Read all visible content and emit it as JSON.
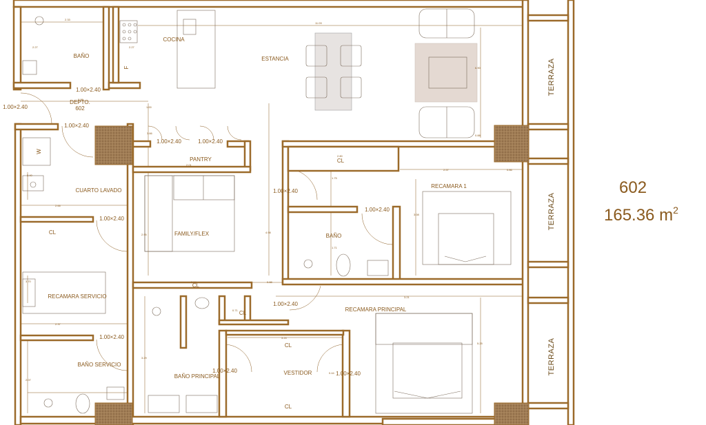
{
  "unit": {
    "number": "602",
    "area": "165.36 m",
    "area_sup": "2"
  },
  "rooms": {
    "bano": "BAÑO",
    "cocina": "COCINA",
    "estancia": "ESTANCIA",
    "depto": "DEPTO.",
    "depto_num": "602",
    "pantry": "PANTRY",
    "cuarto_lavado": "CUARTO LAVADO",
    "family_flex": "FAMILY/FLEX",
    "recamara_servicio": "RECAMARA SERVICIO",
    "bano_servicio": "BAÑO SERVICIO",
    "bano_principal": "BAÑO PRINCIPAL",
    "vestidor": "VESTIDOR",
    "recamara_principal": "RECAMARA PRINCIPAL",
    "recamara_1": "RECAMARA 1",
    "bano_2": "BAÑO",
    "cl": "CL",
    "terraza": "TERRAZA",
    "w": "W",
    "f": "F"
  },
  "doors": {
    "d1": "1.00×2.40",
    "d2": "1.00×2.40",
    "d3": "1.00×2.40",
    "d4": "1.00×2.40",
    "d5": "1.00×2.40",
    "d6": "1.00×2.40",
    "d7": "1.00×2.40",
    "d8": "1.00×2.40",
    "d9": "1.00×2.40",
    "d10": "1.00×2.40",
    "d11": "1.00×2.40",
    "d12": "1.00×2.40"
  },
  "dims": {
    "a": "2.33",
    "b": "2.27",
    "c": "11.09",
    "d": "2.27",
    "e": "0.99",
    "f": "1.00",
    "g": "2.01",
    "h": "2.80",
    "i": "2.57",
    "j": "0.86",
    "k": "1.75",
    "l": "2.40",
    "m": "3.08",
    "n": "2.66",
    "o": "3.70",
    "p": "5.14",
    "q": "0.88",
    "r": "6.90",
    "s": "2.95",
    "t": "2.37",
    "u": "3.21",
    "v": "5.25",
    "w": "3.29",
    "x": "2.07",
    "y": "3.66",
    "z": "0.44",
    "aa": "1.71",
    "ab": "0.71",
    "ac": "3.24",
    "ad": "4.98"
  },
  "colors": {
    "wall": "#9b6a2a",
    "wall_fill": "#ffffff",
    "accent": "#8a5a1e",
    "column": "#a07d55",
    "rug": "#e4d9d2"
  }
}
